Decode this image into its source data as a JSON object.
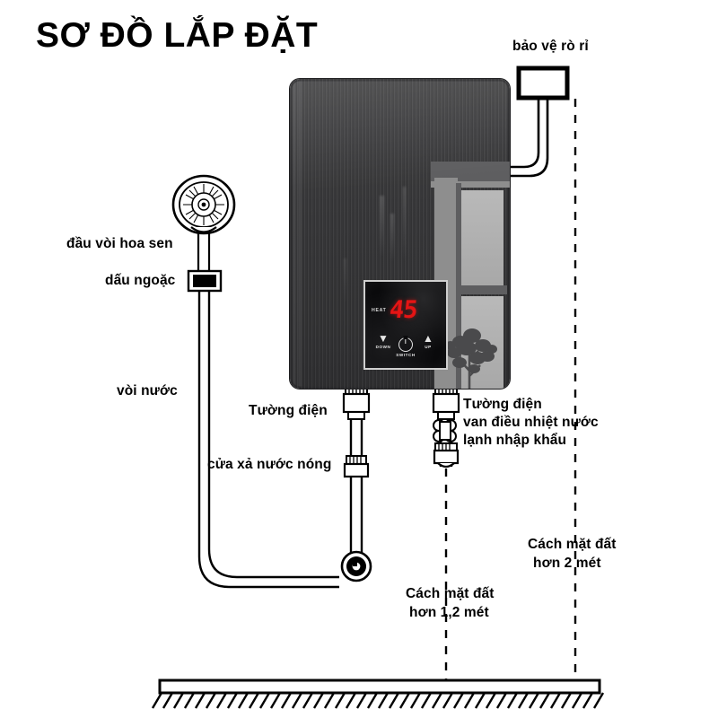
{
  "title": "SƠ ĐỒ LẮP ĐẶT",
  "labels": {
    "leak_protector": "bảo vệ rò rỉ",
    "shower_head": "đầu vòi hoa sen",
    "bracket": "dấu ngoặc",
    "water_tap": "vòi nước",
    "electric_wall_left": "Tường điện",
    "hot_water_outlet": "cửa xả nước nóng",
    "electric_wall_right": "Tường điện",
    "valve_line2": "van điều nhiệt nước",
    "valve_line3": "lạnh nhập khẩu",
    "dim_left_line1": "Cách mặt đất",
    "dim_left_line2": "hơn 1,2 mét",
    "dim_right_line1": "Cách mặt đất",
    "dim_right_line2": "hơn 2 mét"
  },
  "panel": {
    "heat_label": "HEAT",
    "temperature": "45",
    "down_glyph": "▼",
    "down_caption": "DOWN",
    "up_glyph": "▲",
    "up_caption": "UP",
    "switch_caption": "SWITCH"
  },
  "colors": {
    "display_red": "#e51414",
    "body_dark": "#3f3f41",
    "panel_black": "#0a0a0c",
    "line_black": "#000000",
    "reflection_glass": "#b0b0b0"
  }
}
